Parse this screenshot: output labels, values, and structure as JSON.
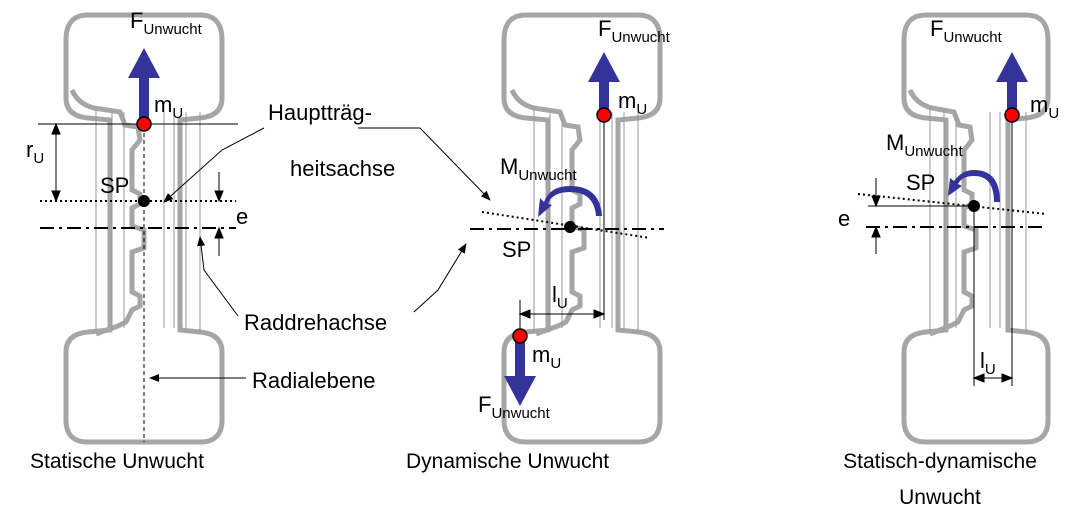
{
  "labels": {
    "f_base": "F",
    "f_sub": "Unwucht",
    "m_base": "m",
    "m_sub": "U",
    "r_base": "r",
    "r_sub": "U",
    "l_base": "l",
    "l_sub": "U",
    "sp": "SP",
    "e": "e",
    "moment_base": "M",
    "moment_sub": "Unwucht",
    "hauptachse_line1": "Hauptträg-",
    "hauptachse_line2": "heitsachse",
    "raddrehachse": "Raddrehachse",
    "radialebene": "Radialebene"
  },
  "captions": {
    "static": "Statische Unwucht",
    "dynamic": "Dynamische Unwucht",
    "static_dynamic_line1": "Statisch-dynamische",
    "static_dynamic_line2": "Unwucht"
  },
  "colors": {
    "tire_outline": "#a6a6a6",
    "force_arrow": "#333399",
    "mass_dot": "#ff0000",
    "line": "#000000",
    "thin_line": "#9a9a9a"
  }
}
